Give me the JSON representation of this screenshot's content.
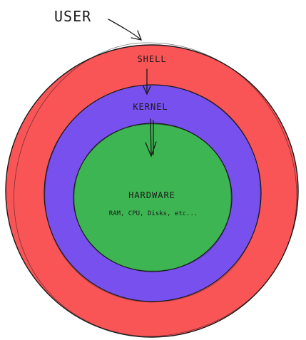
{
  "labels": {
    "user": "USER",
    "shell": "SHELL",
    "kernel": "KERNEL",
    "hardware": "HARDWARE",
    "hardware_detail": "RAM, CPU, Disks, etc..."
  },
  "colors": {
    "shell_ring": "#f95557",
    "kernel_ring": "#7750ee",
    "hardware_core": "#3db552",
    "stroke": "#1a1a1a"
  }
}
